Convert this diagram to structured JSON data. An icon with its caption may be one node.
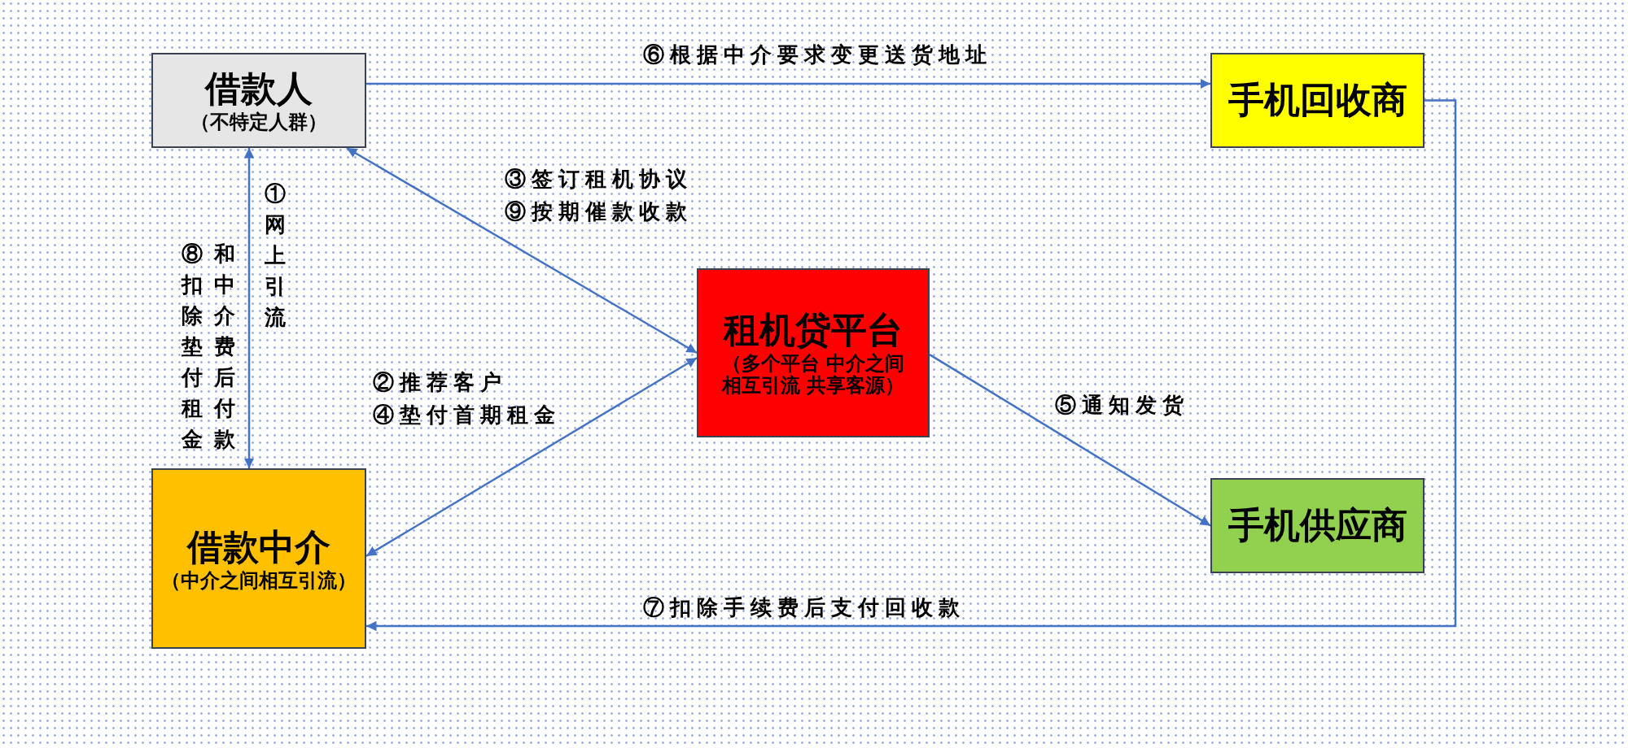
{
  "diagram": {
    "nodes": [
      {
        "text": [
          "借款人",
          "（不特定人群）"
        ]
      },
      {
        "text": [
          "手机回收商"
        ]
      },
      {
        "text": [
          "租机贷平台",
          "（多个平台 中介之间相互引流 共享客源）"
        ]
      },
      {
        "text": [
          "借款中介",
          "（中介之间相互引流）"
        ]
      },
      {
        "text": [
          "手机供应商"
        ]
      }
    ],
    "edges": [
      {
        "from": 0,
        "to": 1,
        "arrow": "to",
        "label": "⑥根据中介要求变更送货地址"
      },
      {
        "from": 3,
        "to": 0,
        "arrow": "both",
        "label": "①网上引流"
      },
      {
        "from": 0,
        "to": 2,
        "arrow": "both",
        "label": "③签订租机协议 ⑨按期催款收款"
      },
      {
        "from": 2,
        "to": 3,
        "arrow": "both",
        "label": "②推荐客户 ④垫付首期租金"
      },
      {
        "from": 2,
        "to": 4,
        "arrow": "to",
        "label": "⑤通知发货"
      },
      {
        "from": 1,
        "to": 3,
        "arrow": "to",
        "label": "⑦扣除手续费后支付回收款"
      }
    ],
    "labels": [
      "⑧扣除垫付租金和中介费后付款"
    ]
  }
}
